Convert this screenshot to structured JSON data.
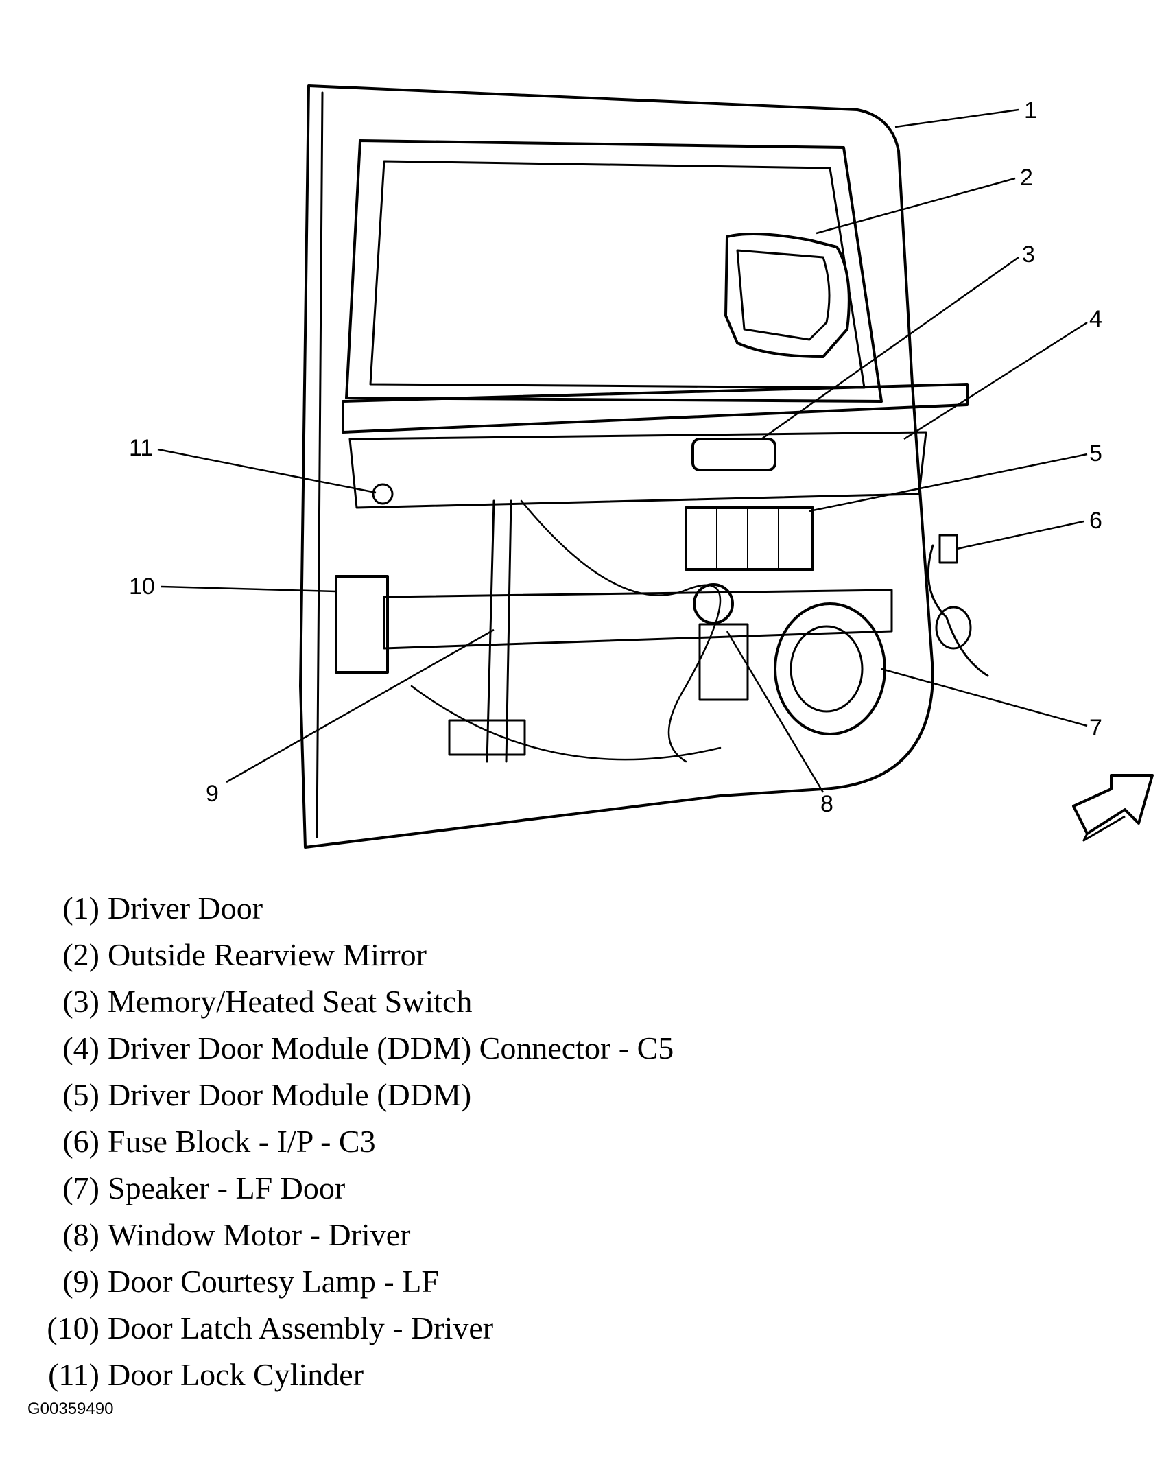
{
  "callouts": [
    "1",
    "2",
    "3",
    "4",
    "5",
    "6",
    "7",
    "8",
    "9",
    "10",
    "11"
  ],
  "legend": [
    {
      "num": "(1)",
      "label": "Driver Door"
    },
    {
      "num": "(2)",
      "label": "Outside Rearview Mirror"
    },
    {
      "num": "(3)",
      "label": "Memory/Heated Seat Switch"
    },
    {
      "num": "(4)",
      "label": "Driver Door Module (DDM) Connector - C5"
    },
    {
      "num": "(5)",
      "label": "Driver Door Module (DDM)"
    },
    {
      "num": "(6)",
      "label": "Fuse Block - I/P - C3"
    },
    {
      "num": "(7)",
      "label": "Speaker - LF Door"
    },
    {
      "num": "(8)",
      "label": "Window Motor - Driver"
    },
    {
      "num": "(9)",
      "label": "Door Courtesy Lamp - LF"
    },
    {
      "num": "(10)",
      "label": "Door Latch Assembly - Driver"
    },
    {
      "num": "(11)",
      "label": "Door Lock Cylinder"
    }
  ],
  "figure_id": "G00359490",
  "icons": {
    "direction_arrow": "forward-arrow-icon"
  }
}
